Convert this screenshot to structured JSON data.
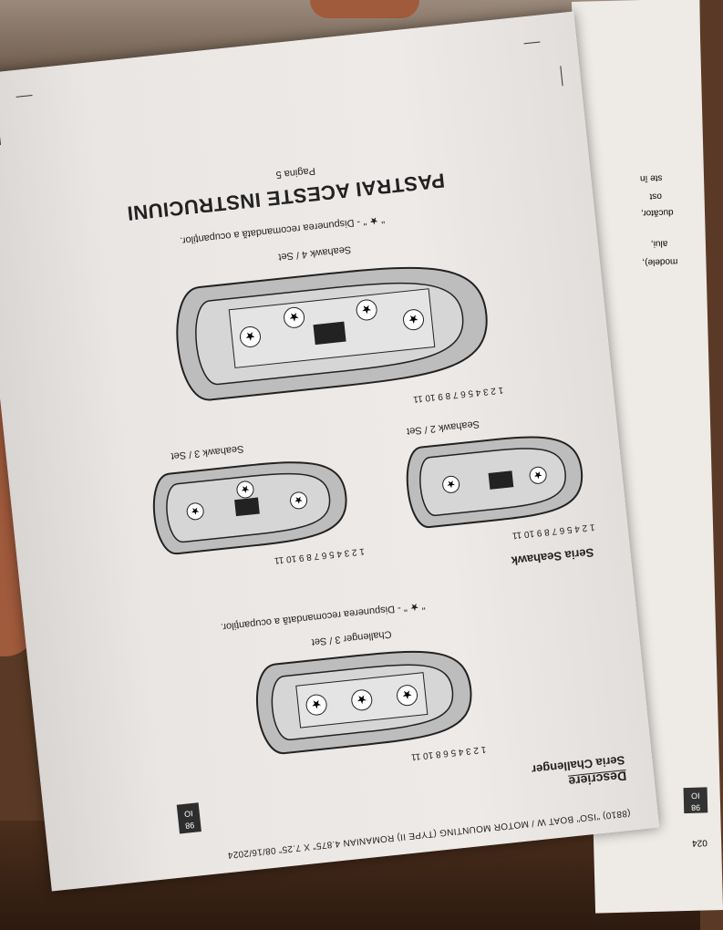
{
  "footer": "(8810) \"ISO\" BOAT W / MOTOR MOUNTING (TYPE II) ROMANIAN 4.875\" X 7.25\" 08/16/2024",
  "header": {
    "descriere": "Descriere",
    "seria_challenger": "Seria Challenger"
  },
  "page_badge": {
    "line1": "98",
    "line2": "IO"
  },
  "challenger": {
    "numbers": "1  2  3  4  5 6  8  10  11",
    "caption": "Challenger 3 / Set"
  },
  "recommend_note": "\" ★ \" - Dispunerea recomandată a ocupanţilor.",
  "star_symbol": "★",
  "seahawk_title": "Seria Seahawk",
  "seahawk2": {
    "numbers": "1  2  4  5  6  7  8  9 10  11",
    "caption": "Seahawk 2 / Set"
  },
  "seahawk3": {
    "numbers": "1  2  3  4  5 6 7  8  9  10  11",
    "caption": "Seahawk 3 / Set"
  },
  "seahawk4": {
    "numbers": "1  2  3  4  5  6  7  8  9  10  11",
    "caption": "Seahawk 4 / Set"
  },
  "recommend_note_2": "\" ★ \" - Dispunerea recomandată a ocupanţilor.",
  "pastrai": "PASTRAI ACESTE INSTRUCIUNI",
  "pagina": "Pagina 5",
  "next_page_fragments": [
    "ste în",
    "ost",
    "ducător,",
    "alui,",
    "modele),",
    "98",
    "IO",
    "024"
  ]
}
